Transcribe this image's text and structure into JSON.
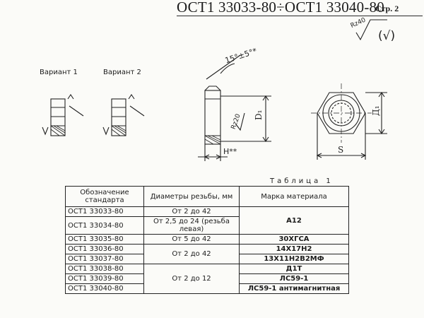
{
  "header": {
    "title": "ОСТ1 33033-80÷ОСТ1 33040-80",
    "page": "Стр. 2"
  },
  "drawing": {
    "roughness_top": "Rz40",
    "roughness_paren": "(√)",
    "variant1": "Вариант 1",
    "variant2": "Вариант 2",
    "angle": "15°±5°*",
    "roughness_side": "Rz20",
    "dim_d1": "D₁",
    "dim_h": "H**",
    "dim_d": "Д₁",
    "dim_s": "S"
  },
  "table": {
    "caption": "Таблица 1",
    "headers": {
      "standard": "Обозначение стандарта",
      "diameters": "Диаметры резьбы, мм",
      "material": "Марка материала"
    },
    "rows": [
      {
        "standard": "ОСТ1 33033-80"
      },
      {
        "standard": "ОСТ1 33034-80"
      },
      {
        "standard": "ОСТ1 33035-80"
      },
      {
        "standard": "ОСТ1 33036-80"
      },
      {
        "standard": "ОСТ1 33037-80"
      },
      {
        "standard": "ОСТ1 33038-80"
      },
      {
        "standard": "ОСТ1 33039-80"
      },
      {
        "standard": "ОСТ1 33040-80"
      }
    ],
    "diameters": {
      "d1": "От 2 до 42",
      "d2": "От 2,5 до 24 (резьба левая)",
      "d3": "От 5 до 42",
      "d45": "От 2 до 42",
      "d678": "От 2 до 12"
    },
    "materials": {
      "m12": "А12",
      "m3": "30ХГСА",
      "m4": "14Х17Н2",
      "m5": "13Х11Н2В2МФ",
      "m6": "Д1Т",
      "m7": "ЛС59-1",
      "m8": "ЛС59-1 антимагнитная"
    }
  }
}
